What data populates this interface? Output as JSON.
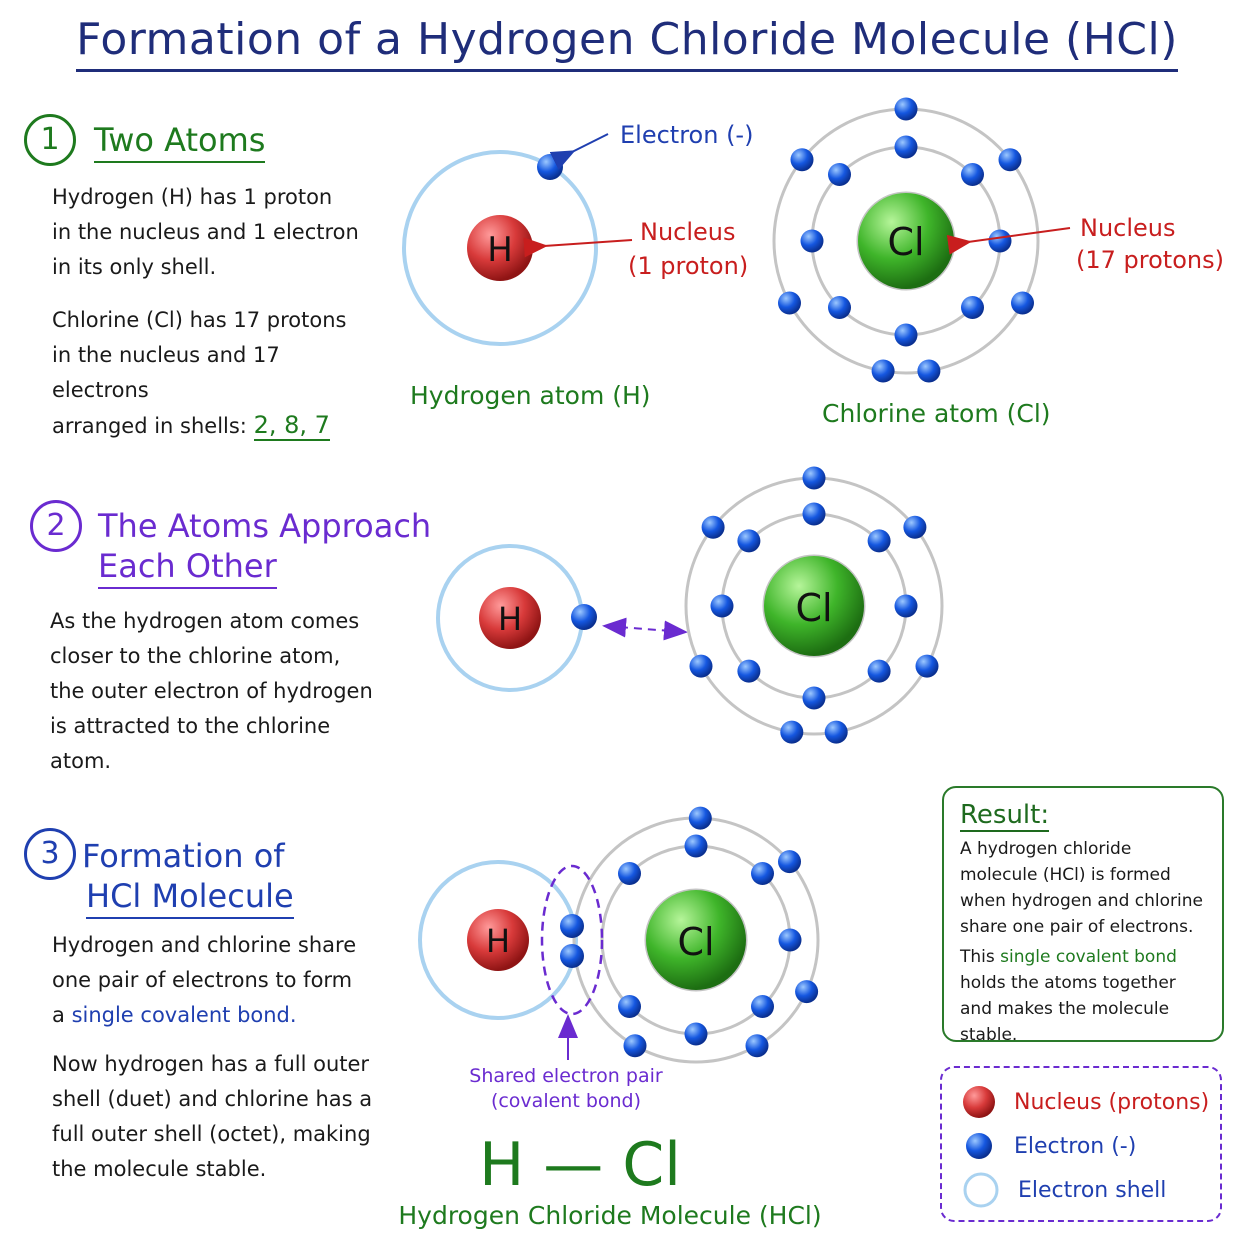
{
  "title": "Formation of a Hydrogen Chloride Molecule (HCl)",
  "colors": {
    "title": "#1f2d7a",
    "step1": "#1e7a1e",
    "step2": "#6a2bd0",
    "step3": "#1f3fb0",
    "label_red": "#c81e1e",
    "nucleus_h": "#d83a3a",
    "nucleus_cl": "#3fb52a",
    "electron": "#1557e0",
    "shell": "#bbbbbb"
  },
  "step1": {
    "number": "1",
    "title": "Two Atoms",
    "para1": [
      "Hydrogen (H) has 1 proton",
      "in the nucleus and 1 electron",
      "in its only shell."
    ],
    "para2": [
      "Chlorine (Cl) has 17 protons",
      "in the nucleus and 17 electrons"
    ],
    "para2_last_prefix": "arranged in shells:",
    "shell_config": "2, 8, 7"
  },
  "step2": {
    "number": "2",
    "title_line1": "The Atoms Approach",
    "title_line2": "Each Other",
    "para": [
      "As the hydrogen atom comes",
      "closer to the chlorine atom,",
      "the outer electron of hydrogen",
      "is attracted to the chlorine",
      "atom."
    ]
  },
  "step3": {
    "number": "3",
    "title_line1": "Formation of",
    "title_line2": "HCl Molecule",
    "para1": [
      "Hydrogen and chlorine share",
      "one pair of electrons to form"
    ],
    "para1_last_prefix": "a",
    "bond_term": "single covalent bond",
    "para1_last_suffix": ".",
    "para2": [
      "Now hydrogen has a full outer",
      "shell (duet) and chlorine has a",
      "full outer shell (octet), making",
      "the molecule stable."
    ]
  },
  "diagram": {
    "h_symbol": "H",
    "cl_symbol": "Cl",
    "electron_label": "Electron (-)",
    "h_nucleus_label_1": "Nucleus",
    "h_nucleus_label_2": "(1 proton)",
    "cl_nucleus_label_1": "Nucleus",
    "cl_nucleus_label_2": "(17 protons)",
    "h_atom_label": "Hydrogen atom (H)",
    "cl_atom_label": "Chlorine atom (Cl)",
    "shared_label_1": "Shared electron pair",
    "shared_label_2": "(covalent bond)",
    "formula": "H — Cl",
    "molecule_label": "Hydrogen Chloride Molecule (HCl)"
  },
  "result": {
    "title": "Result:",
    "text1": "A hydrogen chloride molecule (HCl) is formed when hydrogen and chlorine share one pair of electrons.",
    "text2_prefix": "This",
    "text2_term": "single covalent bond",
    "text2_suffix": "holds the atoms together and makes the molecule stable."
  },
  "legend": {
    "nucleus": "Nucleus (protons)",
    "electron": "Electron (-)",
    "shell": "Electron shell"
  }
}
